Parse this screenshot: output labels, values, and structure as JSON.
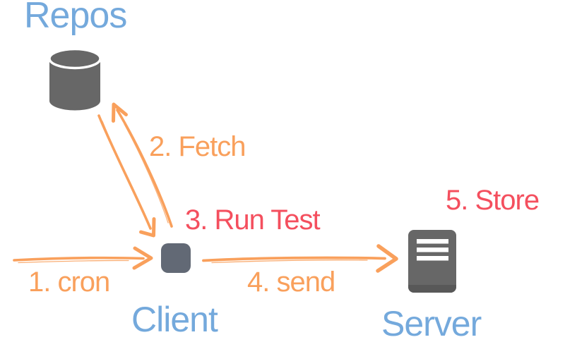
{
  "diagram": {
    "title": "cron fetch test send store workflow",
    "nodes": [
      {
        "id": "repos",
        "label": "Repos",
        "icon": "database-cylinder-icon"
      },
      {
        "id": "client",
        "label": "Client",
        "icon": "client-box-icon"
      },
      {
        "id": "server",
        "label": "Server",
        "icon": "server-rack-icon"
      }
    ],
    "steps": [
      {
        "id": "step1",
        "label": "1. cron",
        "color": "#f9a05c"
      },
      {
        "id": "step2",
        "label": "2. Fetch",
        "color": "#f9a05c"
      },
      {
        "id": "step3",
        "label": "3. Run Test",
        "color": "#f44f5e"
      },
      {
        "id": "step4",
        "label": "4. send",
        "color": "#f9a05c"
      },
      {
        "id": "step5",
        "label": "5. Store",
        "color": "#f44f5e"
      }
    ],
    "arrows": [
      {
        "id": "cron-arrow",
        "from": "left-edge",
        "to": "client"
      },
      {
        "id": "fetch-up-arrow",
        "from": "client",
        "to": "repos"
      },
      {
        "id": "fetch-down-arrow",
        "from": "repos",
        "to": "client"
      },
      {
        "id": "send-arrow",
        "from": "client",
        "to": "server"
      }
    ]
  },
  "colors": {
    "blue": "#74a9dc",
    "orange": "#f9a05c",
    "red": "#f44f5e",
    "gray": "#676767",
    "slate": "#626975",
    "bg": "#ffffff"
  }
}
